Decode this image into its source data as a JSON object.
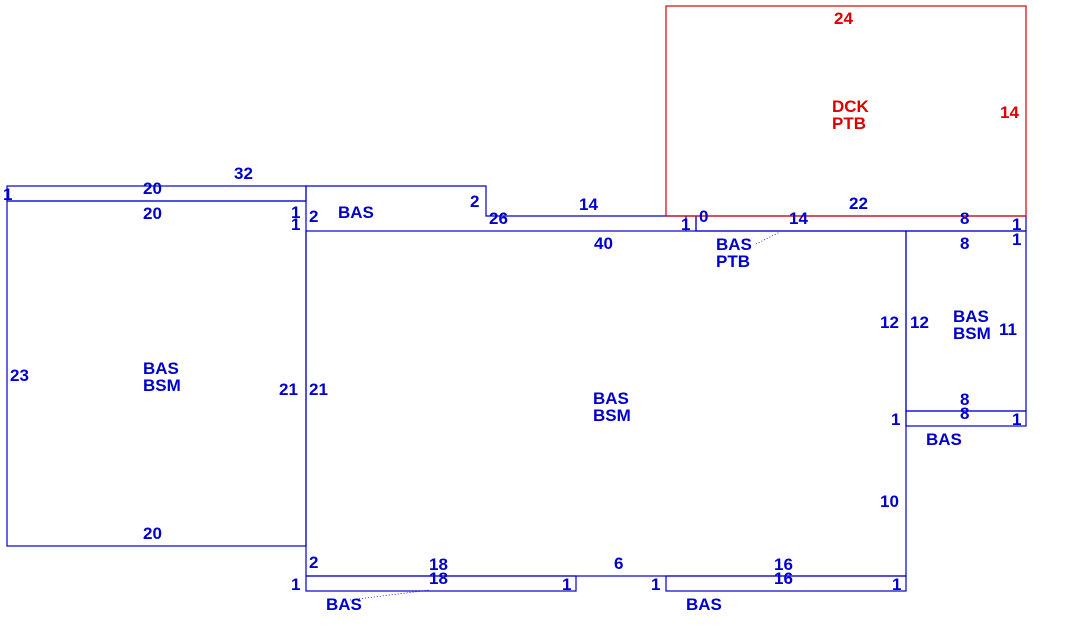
{
  "colors": {
    "outline": "#0000cc",
    "deck": "#dd0000",
    "background": "#ffffff"
  },
  "dimensions": {
    "d20_top_outer": "20",
    "d32": "32",
    "d1_top_left": "1",
    "d20_top_inner": "20",
    "d1_a": "1",
    "d2_a": "2",
    "d1_b": "1",
    "d2_b": "2",
    "d26": "26",
    "d14_a": "14",
    "d1_c": "1",
    "d0": "0",
    "d14_b": "14",
    "d22": "22",
    "d8_a": "8",
    "d1_d": "1",
    "d40": "40",
    "d8_b": "8",
    "d1_e": "1",
    "d23": "23",
    "d21_a": "21",
    "d21_b": "21",
    "d12_a": "12",
    "d12_b": "12",
    "d11": "11",
    "d8_c": "8",
    "d8_d": "8",
    "d1_f": "1",
    "d1_g": "1",
    "d10": "10",
    "d20_bottom": "20",
    "d2_c": "2",
    "d18_a": "18",
    "d18_b": "18",
    "d6": "6",
    "d16_a": "16",
    "d16_b": "16",
    "d1_h": "1",
    "d1_i": "1",
    "d1_j": "1",
    "d1_k": "1",
    "d24_deck": "24",
    "d14_deck": "14"
  },
  "areas": {
    "left_bas": "BAS",
    "left_bsm": "BSM",
    "strip_bas": "BAS",
    "main_bas": "BAS",
    "main_bsm": "BSM",
    "porch_bas": "BAS",
    "porch_ptb": "PTB",
    "right_bas": "BAS",
    "right_bsm": "BSM",
    "right_strip_bas": "BAS",
    "bottom_left_bas": "BAS",
    "bottom_right_bas": "BAS",
    "deck_dck": "DCK",
    "deck_ptb": "PTB"
  }
}
